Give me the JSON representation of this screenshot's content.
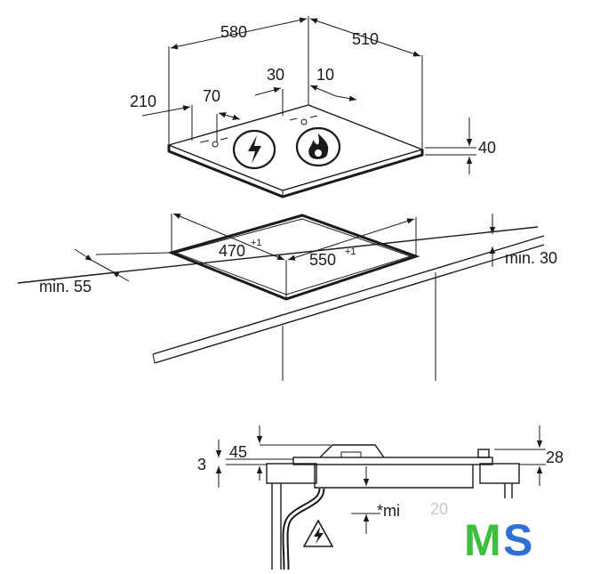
{
  "dimensions": {
    "width_580": "580",
    "depth_510": "510",
    "offset_30": "30",
    "offset_10": "10",
    "offset_210": "210",
    "offset_70": "70",
    "height_40": "40",
    "cutout_470": "470",
    "cutout_470_tol": "+1",
    "cutout_550": "550",
    "cutout_550_tol": "+1",
    "min_30": "min. 30",
    "min_55": "min. 55",
    "section_45": "45",
    "section_3": "3",
    "section_28": "28",
    "section_min_partial": "*mi",
    "section_hidden_value": "20"
  },
  "icons": {
    "hob_left": "electric-hotplate-icon",
    "hob_right": "gas-flame-icon",
    "section_warning": "electric-hazard-warning-icon",
    "watermark": "ms-logo"
  },
  "logo": {
    "letter_m": "M",
    "letter_s": "S",
    "color_m": "#3fbf3f",
    "color_s": "#2f6fd6"
  },
  "colors": {
    "line": "#1a1a1a",
    "background": "#ffffff"
  }
}
